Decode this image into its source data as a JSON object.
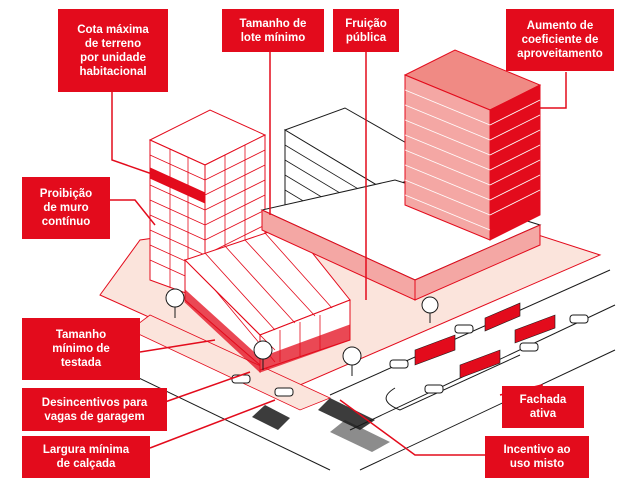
{
  "colors": {
    "accent": "#e30b1c",
    "accent_light": "#f4a7a4",
    "ground": "#fbe4dc",
    "outline": "#1a1a1a",
    "background": "#ffffff"
  },
  "labels": {
    "cota_maxima": "Cota máxima\nde terreno\npor unidade\nhabitacional",
    "tamanho_lote": "Tamanho de\nlote mínimo",
    "fruicao": "Fruição\npública",
    "coeficiente": "Aumento de\ncoeficiente de\naproveitamento",
    "muro": "Proibição\nde muro\ncontínuo",
    "testada": "Tamanho\nmínimo de\ntestada",
    "garagem": "Desincentivos para\nvagas de garagem",
    "calcada": "Largura mínima\nde calçada",
    "fachada": "Fachada\nativa",
    "uso_misto": "Incentivo ao\nuso misto"
  }
}
